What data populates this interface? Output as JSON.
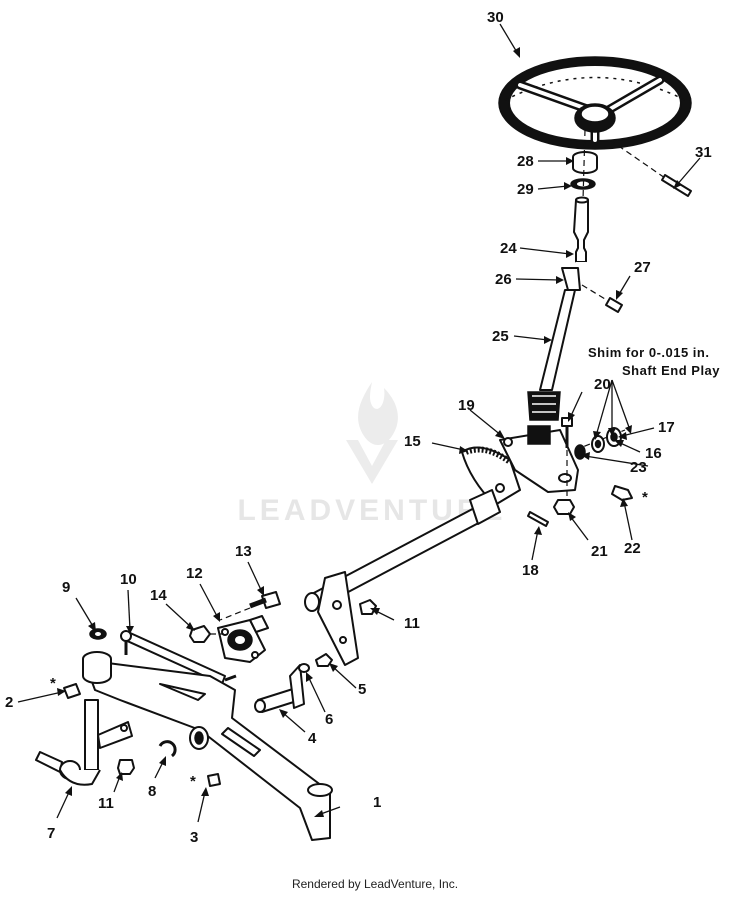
{
  "diagram": {
    "callouts": [
      "1",
      "2",
      "3",
      "4",
      "5",
      "6",
      "7",
      "8",
      "9",
      "10",
      "11",
      "11",
      "12",
      "13",
      "14",
      "15",
      "16",
      "17",
      "18",
      "19",
      "20",
      "21",
      "22",
      "23",
      "24",
      "25",
      "26",
      "27",
      "28",
      "29",
      "30",
      "31"
    ],
    "asterisk": "*",
    "note": {
      "line1": "Shim for 0-.015 in.",
      "line2": "Shaft End Play"
    },
    "watermark": "LEADVENTURE",
    "footer": "Rendered by LeadVenture, Inc."
  },
  "colors": {
    "ink": "#111111",
    "paper": "#ffffff",
    "watermark": "#e6e6e6"
  }
}
